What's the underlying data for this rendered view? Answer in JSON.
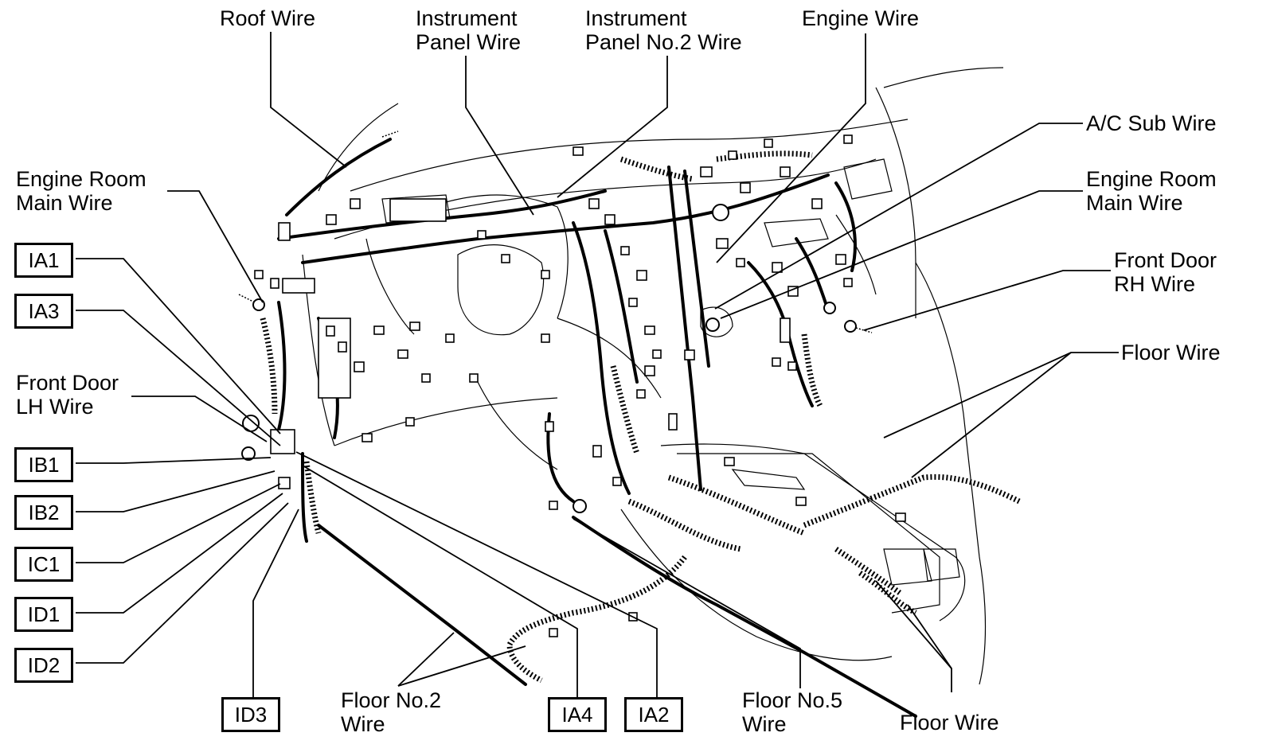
{
  "labels": {
    "roof_wire": "Roof Wire",
    "instrument_panel_wire": [
      "Instrument",
      "Panel Wire"
    ],
    "instrument_panel_no2_wire": [
      "Instrument",
      "Panel No.2 Wire"
    ],
    "engine_wire": "Engine Wire",
    "ac_sub_wire": "A/C Sub Wire",
    "engine_room_main_wire_right": [
      "Engine Room",
      "Main Wire"
    ],
    "front_door_rh_wire": [
      "Front Door",
      "RH Wire"
    ],
    "floor_wire_right": "Floor Wire",
    "engine_room_main_wire_left": [
      "Engine Room",
      "Main Wire"
    ],
    "front_door_lh_wire": [
      "Front Door",
      "LH Wire"
    ],
    "floor_no2_wire": [
      "Floor No.2",
      "Wire"
    ],
    "floor_no5_wire": [
      "Floor No.5",
      "Wire"
    ],
    "floor_wire_bottom": "Floor Wire"
  },
  "connectors": {
    "ia1": "IA1",
    "ia3": "IA3",
    "ib1": "IB1",
    "ib2": "IB2",
    "ic1": "IC1",
    "id1": "ID1",
    "id2": "ID2",
    "id3": "ID3",
    "ia4": "IA4",
    "ia2": "IA2"
  }
}
